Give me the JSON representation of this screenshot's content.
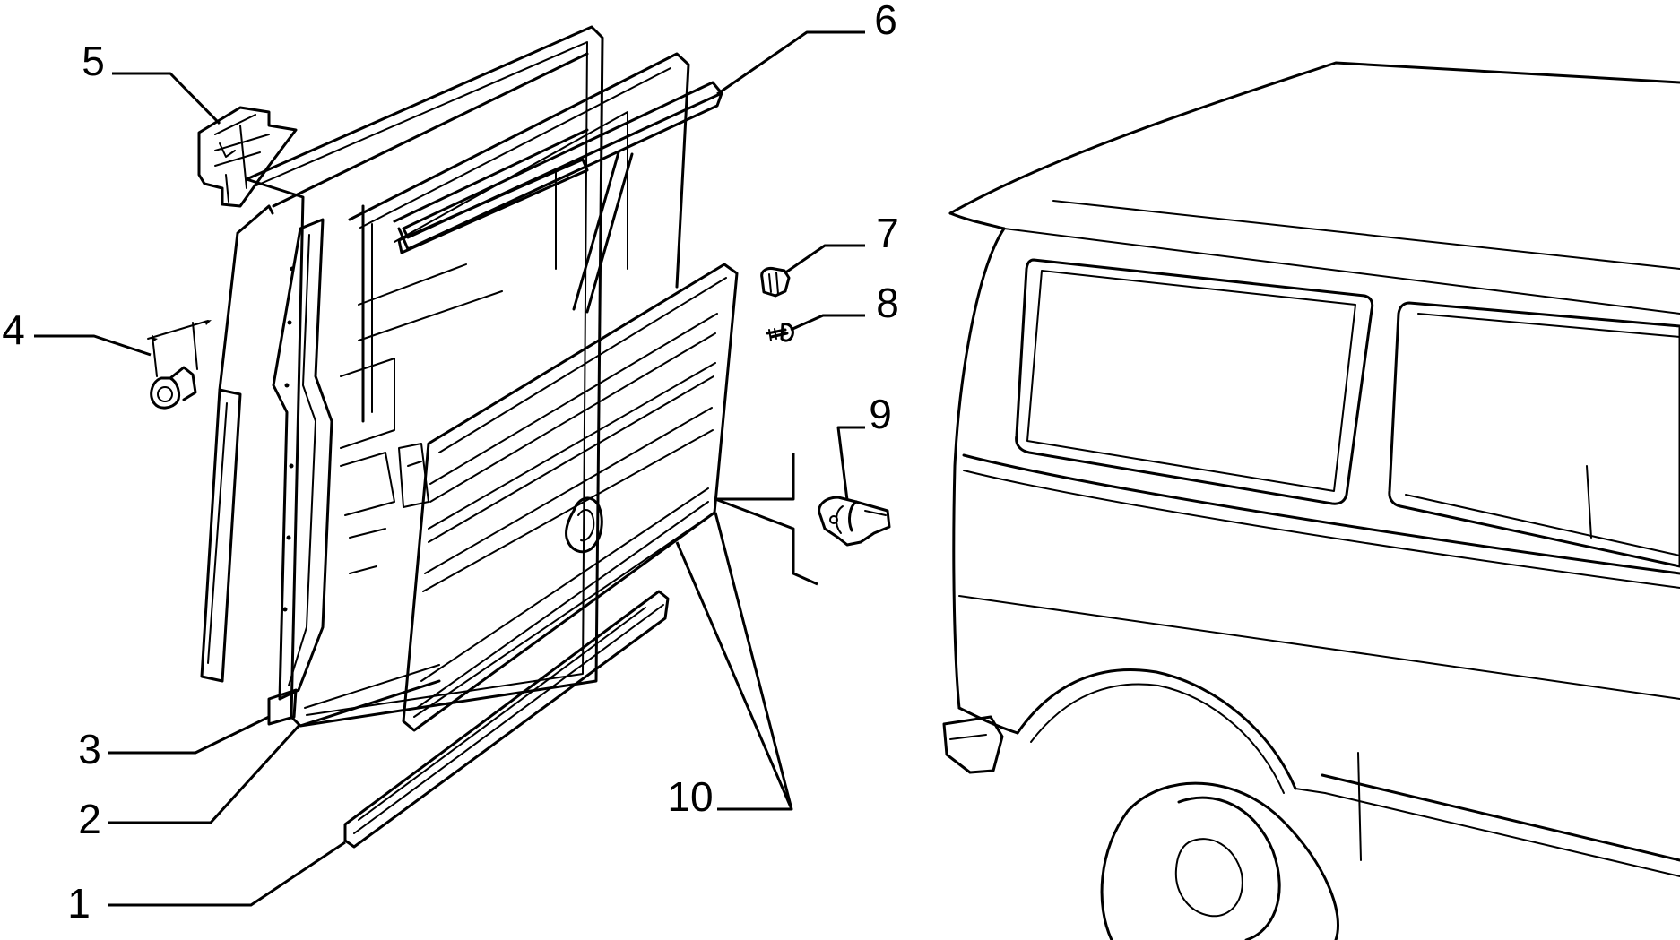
{
  "callouts": [
    {
      "id": "1",
      "label": "1"
    },
    {
      "id": "2",
      "label": "2"
    },
    {
      "id": "3",
      "label": "3"
    },
    {
      "id": "4",
      "label": "4"
    },
    {
      "id": "5",
      "label": "5"
    },
    {
      "id": "6",
      "label": "6"
    },
    {
      "id": "7",
      "label": "7"
    },
    {
      "id": "8",
      "label": "8"
    },
    {
      "id": "9",
      "label": "9"
    },
    {
      "id": "10",
      "label": "10"
    }
  ],
  "colors": {
    "ink": "#000000",
    "paper": "#ffffff"
  }
}
